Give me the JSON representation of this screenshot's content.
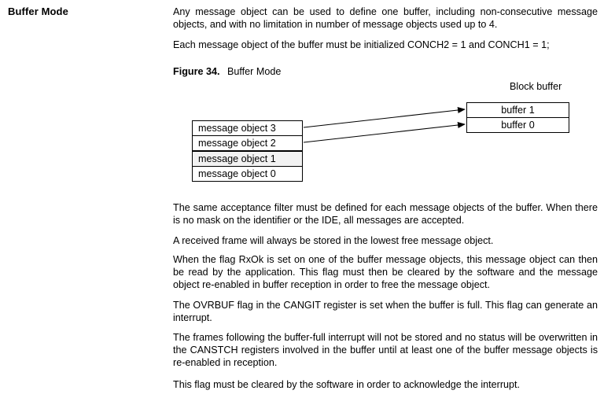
{
  "section": {
    "heading": "Buffer Mode"
  },
  "intro": {
    "para1": "Any message object can be used to define one buffer, including non-consecutive message objects, and with no limitation in number of message objects used up to 4.",
    "para2": "Each message object of the buffer must be initialized CONCH2 = 1 and CONCH1 = 1;"
  },
  "figure": {
    "number": "Figure 34.",
    "title": "Buffer Mode",
    "block_label": "Block buffer",
    "buffers": [
      "buffer 1",
      "buffer 0"
    ],
    "message_objects": [
      "message object 3",
      "message object 2",
      "message object 1",
      "message object 0"
    ]
  },
  "body": {
    "para1": "The same acceptance filter must be defined for each message objects of the buffer. When there is no mask on the identifier or the IDE, all messages are accepted.",
    "para2": "A received frame will always be stored in the lowest free message object.",
    "para3": "When the flag RxOk is set on one of the buffer message objects, this message object can then be read by the application. This flag must then be cleared by the software and the message object re-enabled in buffer reception in order to free the message object.",
    "para4": "The OVRBUF flag in the CANGIT register is set when the buffer is full. This flag can generate an interrupt.",
    "para5": "The frames following the buffer-full interrupt will not be stored and no status will be overwritten in the CANSTCH registers involved in the buffer until at least one of the buffer message objects is re-enabled in reception.",
    "para6": "This flag must be cleared by the software in order to acknowledge the interrupt."
  }
}
